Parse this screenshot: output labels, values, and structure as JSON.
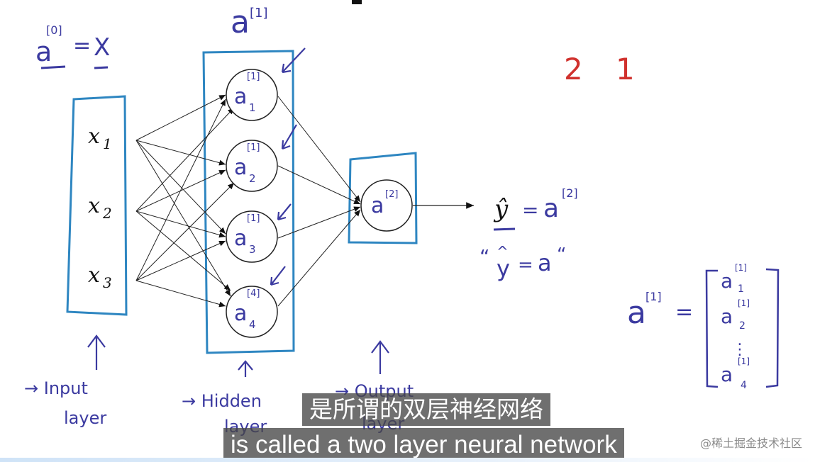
{
  "top_labels": {
    "a0_base": "a",
    "a0_sup": "[0]",
    "equals": "=",
    "x_cap": "X",
    "a1_base": "a",
    "a1_sup": "[1]",
    "red_two": "2",
    "red_one": "1"
  },
  "input_nodes": [
    {
      "base": "x",
      "sub": "1"
    },
    {
      "base": "x",
      "sub": "2"
    },
    {
      "base": "x",
      "sub": "3"
    }
  ],
  "hidden_nodes": [
    {
      "base": "a",
      "sup": "[1]",
      "sub": "1"
    },
    {
      "base": "a",
      "sup": "[1]",
      "sub": "2"
    },
    {
      "base": "a",
      "sup": "[1]",
      "sub": "3"
    },
    {
      "base": "a",
      "sup": "[4]",
      "sub": "4"
    }
  ],
  "output_node": {
    "base": "a",
    "sup": "[2]"
  },
  "yhat_equation": {
    "yhat": "ŷ",
    "eq": "=",
    "a": "a",
    "sup": "[2]"
  },
  "quote_equation": {
    "open": "“",
    "hat": "^",
    "y": "y",
    "eq": "=",
    "a": "a",
    "close": "“"
  },
  "vector": {
    "lhs_base": "a",
    "lhs_sup": "[1]",
    "eq": "=",
    "entries": [
      {
        "base": "a",
        "sup": "[1]",
        "sub": "1"
      },
      {
        "base": "a",
        "sup": "[1]",
        "sub": "2"
      },
      {
        "dots": "⋮"
      },
      {
        "base": "a",
        "sup": "[1]",
        "sub": "4"
      }
    ]
  },
  "layer_labels": {
    "input": [
      "→ Input",
      "layer"
    ],
    "hidden": [
      "→ Hidden",
      "layer"
    ],
    "output": [
      "→ Output",
      "layer"
    ]
  },
  "subtitles": {
    "chinese": "是所谓的双层神经网络",
    "english": "is called a two layer neural network"
  },
  "watermark": "@稀土掘金技术社区",
  "colors": {
    "box_stroke": "#2e86c1",
    "ink_purple": "#3b3aa0",
    "ink_red": "#d0312d",
    "ink_black": "#111111"
  }
}
